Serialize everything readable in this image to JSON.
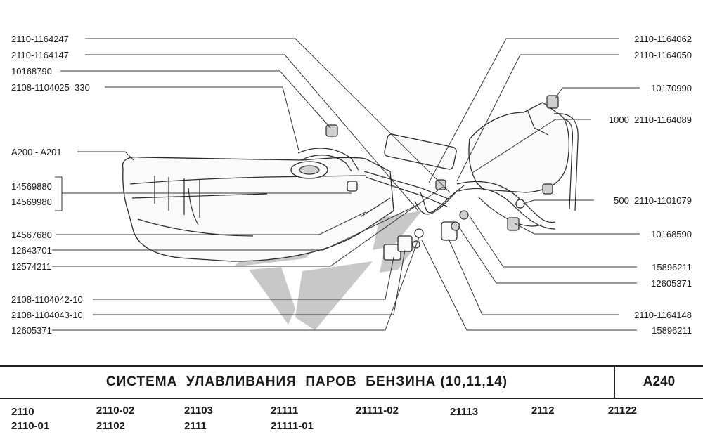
{
  "callouts_left": [
    "2110-1164247",
    "2110-1164147",
    "10168790",
    "2108-1104025  330",
    "A200 - A201",
    "14569880",
    "14569980",
    "14567680",
    "12643701",
    "12574211",
    "2108-1104042-10",
    "2108-1104043-10",
    "12605371"
  ],
  "callouts_right": [
    "2110-1164062",
    "2110-1164050",
    "10170990",
    "1000  2110-1164089",
    "500  2110-1101079",
    "10168590",
    "15896211",
    "12605371",
    "2110-1164148",
    "15896211"
  ],
  "title": "СИСТЕМА  УЛАВЛИВАНИЯ  ПАРОВ  БЕНЗИНА (10,11,14)",
  "page_code": "A240",
  "models": [
    "2110",
    "2110-01",
    "2110-02",
    "21102",
    "21103",
    "2111",
    "21111",
    "21111-01",
    "21111-02",
    "21113",
    "2112",
    "21122"
  ]
}
